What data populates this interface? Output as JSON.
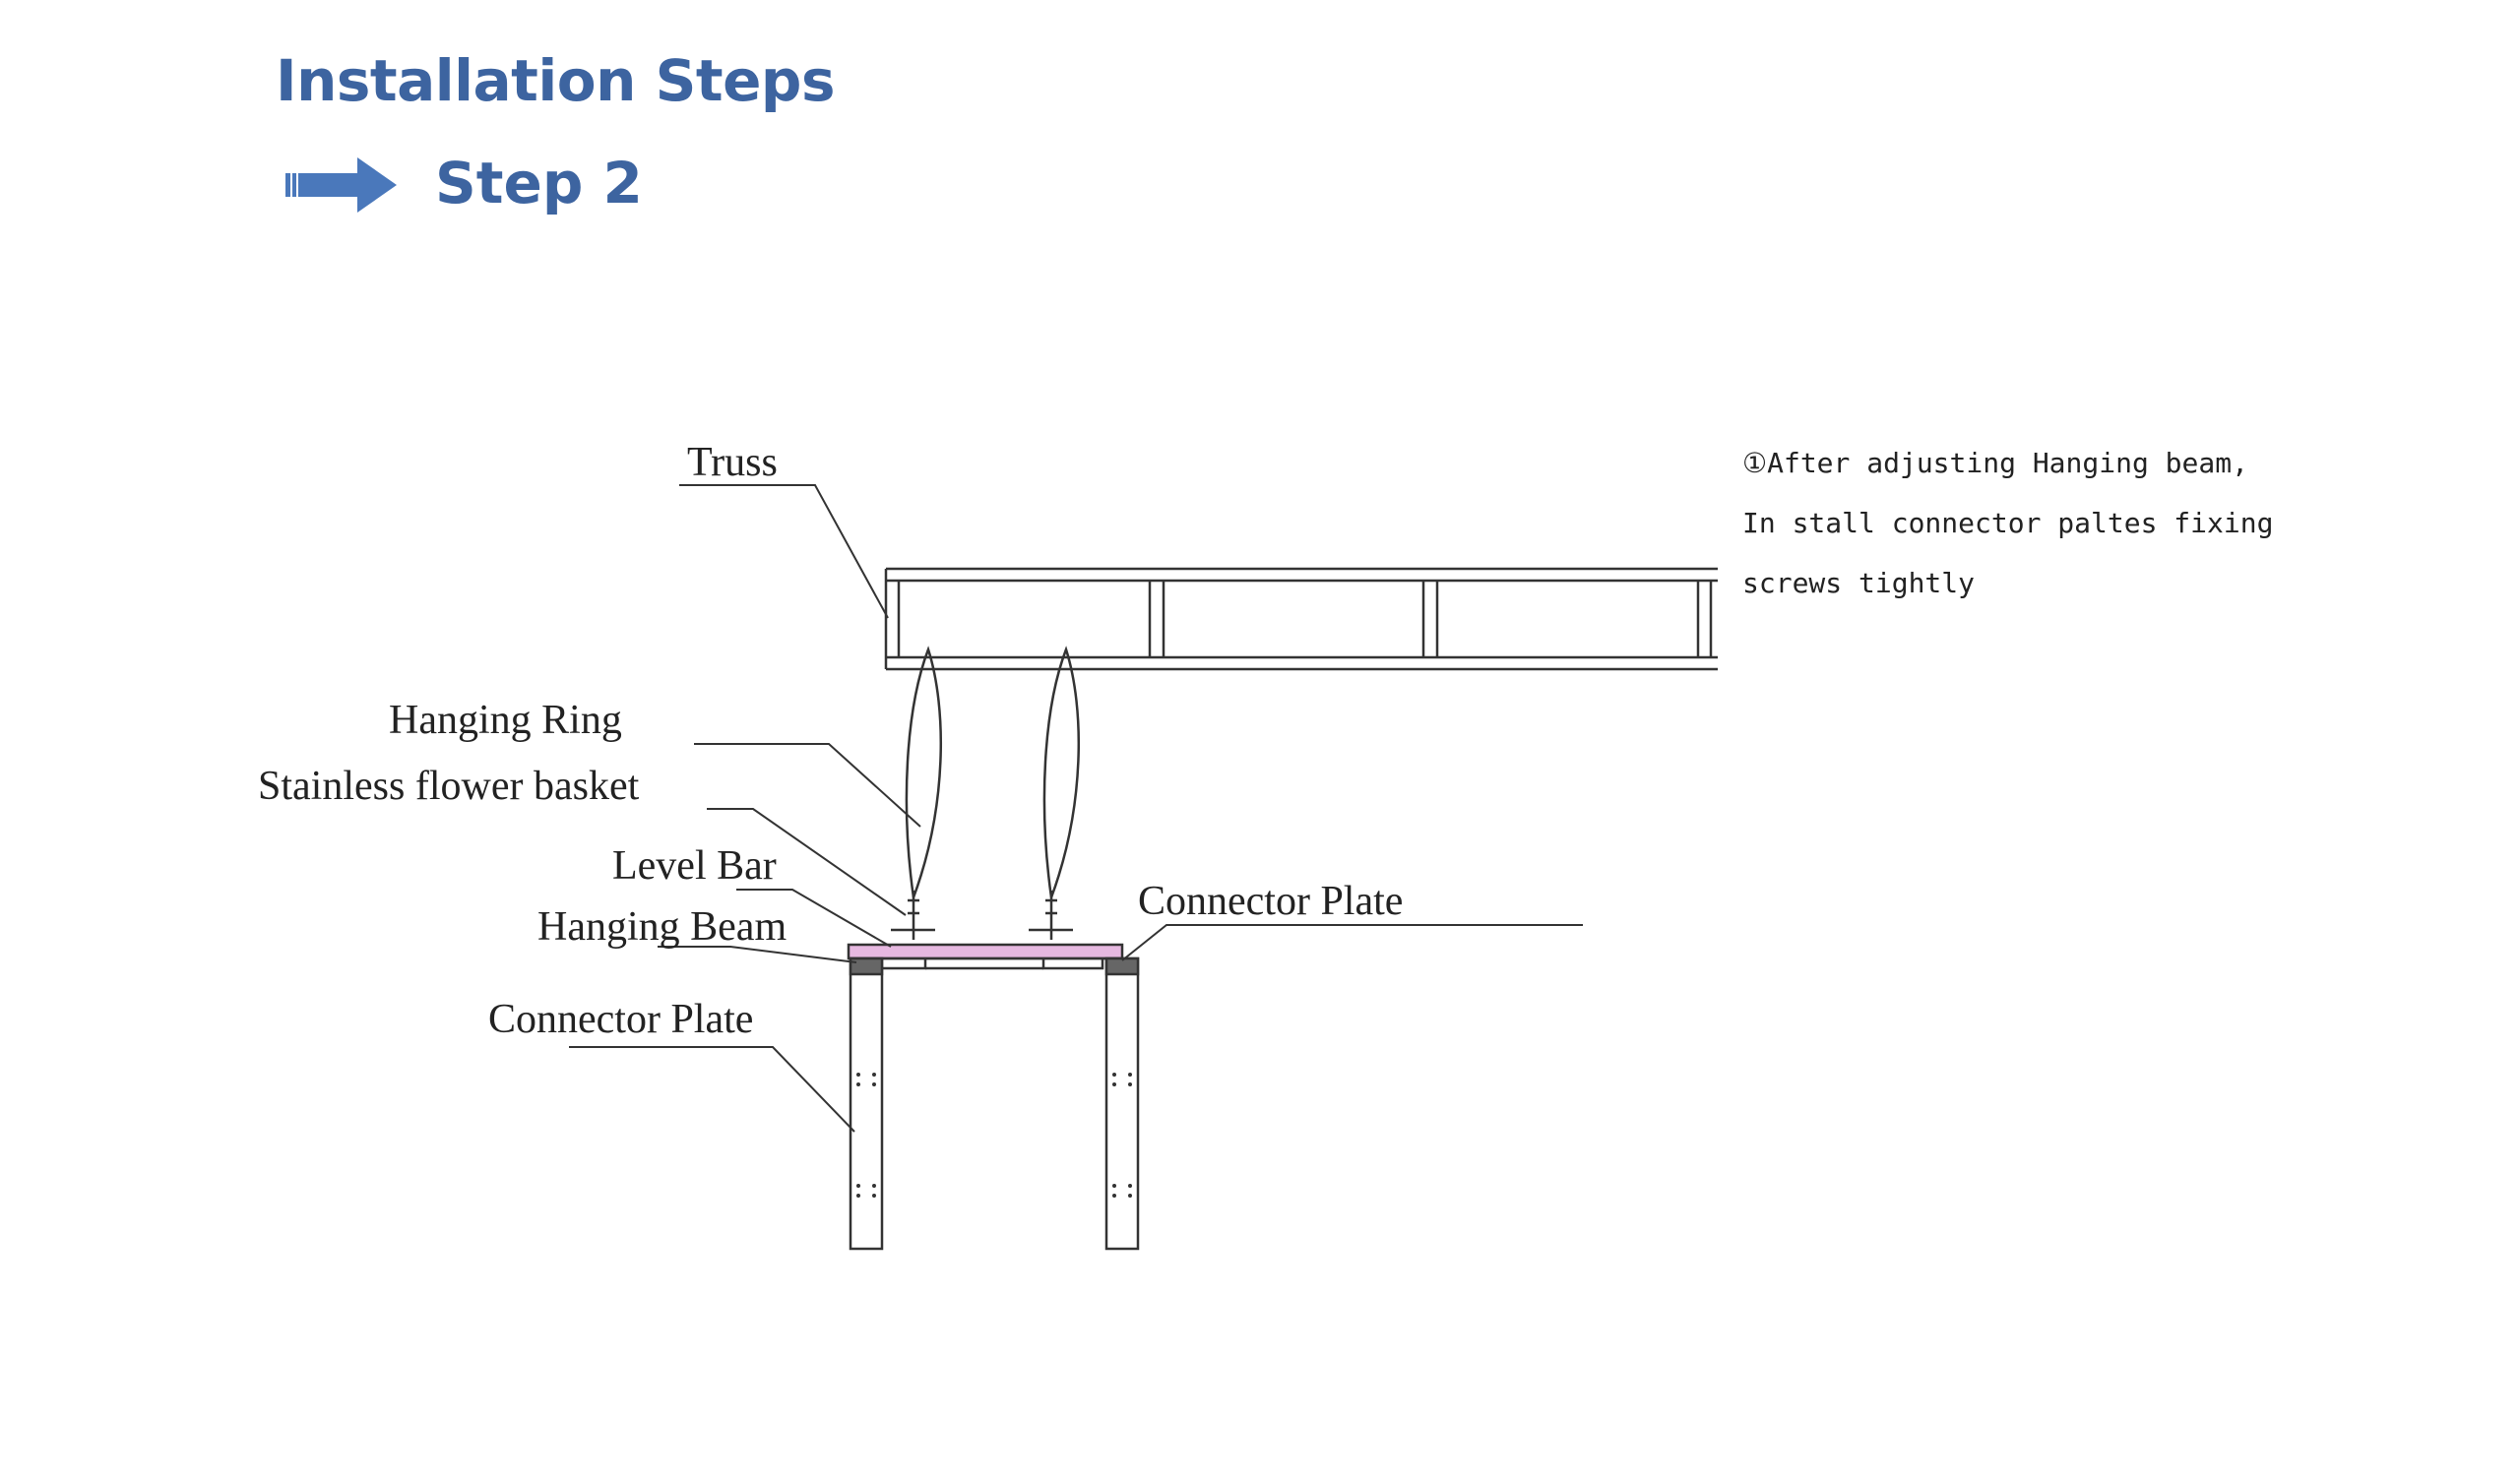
{
  "header": {
    "title": "Installation Steps",
    "step_label": "Step 2",
    "accent_color": "#3d64a0",
    "arrow_icon": "right-arrow-icon"
  },
  "diagram": {
    "labels": {
      "truss": "Truss",
      "hanging_ring": "Hanging Ring",
      "flower_basket": "Stainless flower basket",
      "level_bar": "Level Bar",
      "hanging_beam": "Hanging Beam",
      "connector_plate_left": "Connector Plate",
      "connector_plate_right": "Connector Plate"
    },
    "highlight_color": "#e6b8e0"
  },
  "note": {
    "lines": [
      "①After adjusting Hanging beam,",
      "In stall connector paltes fixing",
      "screws tightly"
    ]
  }
}
